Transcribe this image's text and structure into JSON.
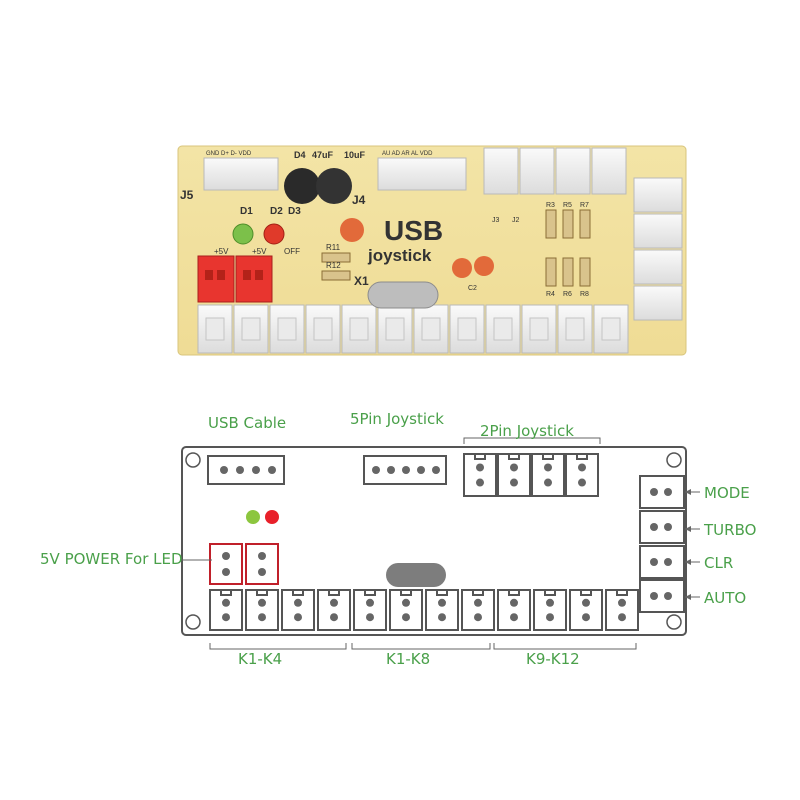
{
  "photo": {
    "board_title": "USB",
    "board_subtitle": "joystick",
    "silk": {
      "j5": "J5",
      "j4": "J4",
      "x1": "X1",
      "d1": "D1",
      "d2": "D2",
      "d3": "D3",
      "d4": "D4",
      "cap1": "47uF",
      "cap2": "10uF",
      "p5v_left": "+5V",
      "p5v_right": "+5V",
      "off": "OFF",
      "r11": "R11",
      "r12": "R12",
      "j5_pins": "GND D+  D-  VDD",
      "j4_pins": "AU  AD  AR  AL VDD",
      "r3": "R3",
      "r5": "R5",
      "r7": "R7",
      "r4": "R4",
      "r6": "R6",
      "r8": "R8",
      "j3": "J3",
      "j2": "J2",
      "c2": "C2"
    }
  },
  "diagram": {
    "labels": {
      "usb_cable": "USB Cable",
      "joystick_5pin": "5Pin Joystick",
      "joystick_2pin": "2Pin Joystick",
      "power_led": "5V POWER For LED",
      "mode": "MODE",
      "turbo": "TURBO",
      "clr": "CLR",
      "auto": "AUTO",
      "k1_k4": "K1-K4",
      "k1_k8": "K1-K8",
      "k9_k12": "K9-K12"
    },
    "led_colors": {
      "green": "#8cc63f",
      "red": "#e8202a"
    },
    "label_color": "#4aa04a",
    "highlight_color": "#c0202a"
  }
}
